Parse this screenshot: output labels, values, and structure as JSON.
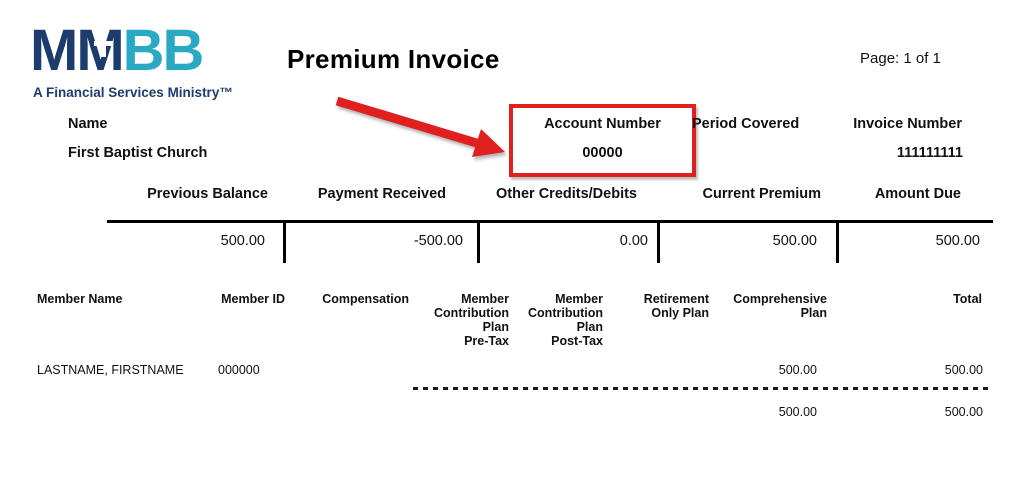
{
  "colors": {
    "navy": "#1d3c6e",
    "teal": "#2aa9c4",
    "highlight_red": "#e0201e"
  },
  "logo": {
    "mm": "MM",
    "bb": "BB",
    "tagline": "A Financial Services Ministry™"
  },
  "header": {
    "title": "Premium Invoice",
    "page_label": "Page: 1 of 1"
  },
  "invoice_info": {
    "name_label": "Name",
    "name_value": "First Baptist Church",
    "account_label": "Account Number",
    "account_value": "00000",
    "period_label": "Period Covered",
    "period_value": "",
    "invoice_label": "Invoice Number",
    "invoice_value": "111111111"
  },
  "summary": {
    "columns": [
      {
        "label": "Previous Balance",
        "value": "500.00"
      },
      {
        "label": "Payment Received",
        "value": "-500.00"
      },
      {
        "label": "Other Credits/Debits",
        "value": "0.00"
      },
      {
        "label": "Current Premium",
        "value": "500.00"
      },
      {
        "label": "Amount Due",
        "value": "500.00"
      }
    ]
  },
  "member_table": {
    "headers": [
      "Member Name",
      "Member ID",
      "Compensation",
      "Member\nContribution\nPlan\nPre-Tax",
      "Member\nContribution\nPlan\nPost-Tax",
      "Retirement\nOnly Plan",
      "Comprehensive\nPlan",
      "Total"
    ],
    "rows": [
      {
        "member_name": "LASTNAME, FIRSTNAME",
        "member_id": "000000",
        "compensation": "",
        "pre_tax": "",
        "post_tax": "",
        "retirement": "",
        "comprehensive": "500.00",
        "total": "500.00"
      }
    ],
    "totals": {
      "comprehensive": "500.00",
      "total": "500.00"
    }
  }
}
